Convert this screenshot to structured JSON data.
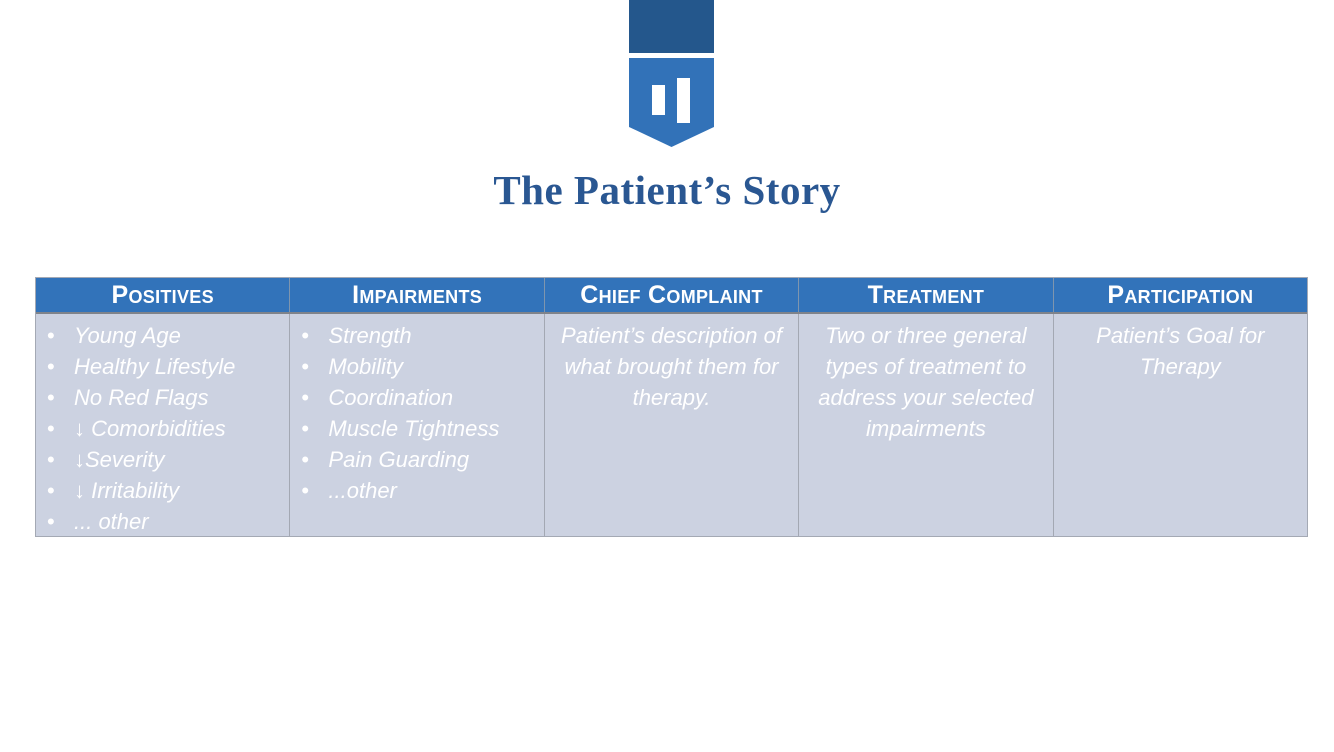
{
  "slide": {
    "title": "The Patient’s Story"
  },
  "logo": {
    "dark_color": "#24578C",
    "light_color": "#3272B8",
    "bar_color": "#FFFFFF",
    "icon": "pause-bars-bookmark"
  },
  "colors": {
    "table_header_bg": "#3273BA",
    "table_cell_bg": "#CCD2E1",
    "table_text": "#FFFFFF",
    "title_text": "#2A5792"
  },
  "table": {
    "columns": [
      {
        "header": "Positives",
        "items": [
          "Young Age",
          "Healthy Lifestyle",
          "No Red Flags",
          "↓ Comorbidities",
          "↓Severity",
          "↓ Irritability",
          "... other"
        ]
      },
      {
        "header": "Impairments",
        "items": [
          "Strength",
          "Mobility",
          "Coordination",
          "Muscle Tightness",
          "Pain Guarding",
          "...other"
        ]
      },
      {
        "header": "Chief Complaint",
        "text": "Patient’s description of what brought them for therapy."
      },
      {
        "header": "Treatment",
        "text": "Two or three general types of treatment to address your selected impairments"
      },
      {
        "header": "Participation",
        "text": "Patient’s Goal for Therapy"
      }
    ]
  }
}
